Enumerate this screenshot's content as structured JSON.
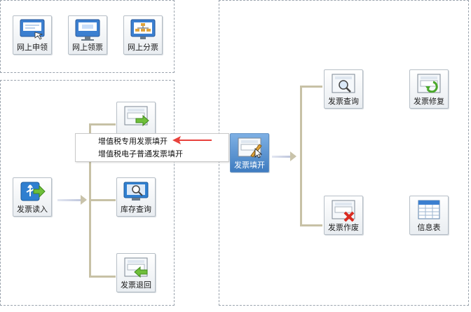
{
  "tiles": {
    "online_apply": "网上申领",
    "online_receive": "网上领票",
    "online_distribute": "网上分票",
    "invoice_fill_hidden": "发票填开",
    "invoice_read": "发票读入",
    "stock_query": "库存查询",
    "invoice_return": "发票退回",
    "invoice_issue": "发票填开",
    "invoice_query": "发票查询",
    "invoice_repair": "发票修复",
    "invoice_void": "发票作废",
    "info_table": "信息表"
  },
  "context_menu": {
    "items": [
      "增值税专用发票填开",
      "增值税电子普通发票填开"
    ]
  },
  "colors": {
    "connector": "#c7c1a6",
    "selected_tile": "#3f7cc0",
    "arrow": "#e8423c"
  }
}
